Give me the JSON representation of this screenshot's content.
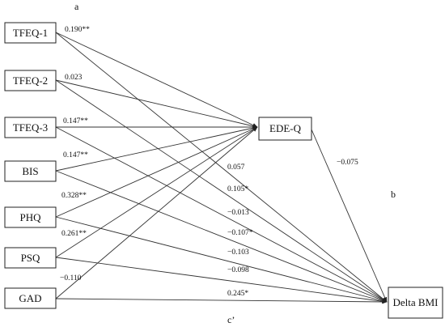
{
  "panel_letters": {
    "a": "a",
    "b": "b",
    "c_prime": "c’"
  },
  "nodes": {
    "tfeq1": "TFEQ-1",
    "tfeq2": "TFEQ-2",
    "tfeq3": "TFEQ-3",
    "bis": "BIS",
    "phq": "PHQ",
    "psq": "PSQ",
    "gad": "GAD",
    "edeq": "EDE-Q",
    "delta_bmi": "Delta BMI"
  },
  "coefficients": {
    "a_paths": {
      "tfeq1": "0.190**",
      "tfeq2": "0.023",
      "tfeq3": "0.147**",
      "bis": "0.147**",
      "phq": "0.328**",
      "psq": "0.261**",
      "gad": "−0.110"
    },
    "b_path": "−0.075",
    "c_prime_paths": {
      "tfeq1": "0.057",
      "tfeq2": "0.105*",
      "tfeq3": "−0.013",
      "bis": "−0.107*",
      "phq": "−0.103",
      "psq": "−0.098",
      "gad": "0.245*"
    }
  }
}
